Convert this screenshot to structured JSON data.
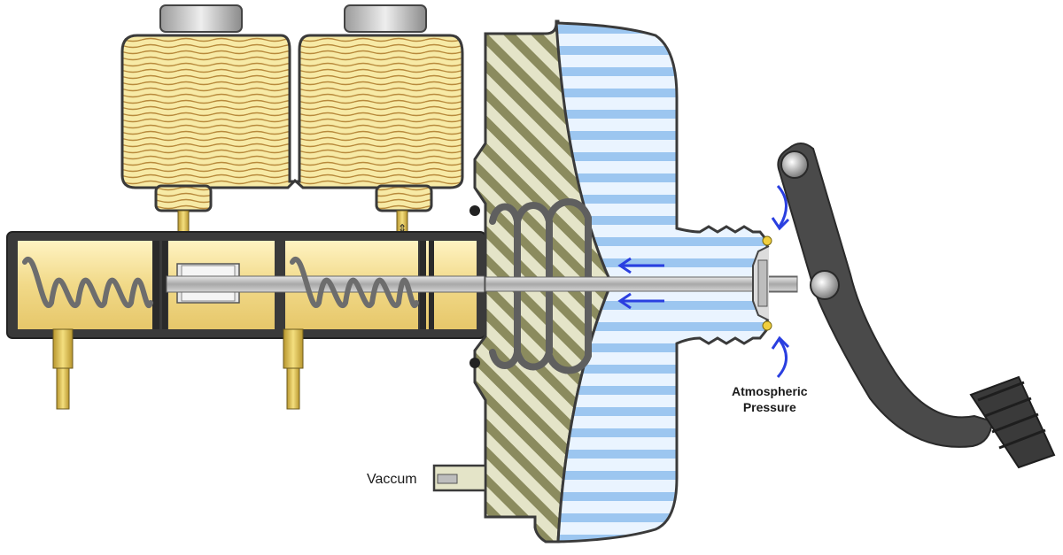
{
  "labels": {
    "vacuum": "Vaccum",
    "atmospheric_line1": "Atmospheric",
    "atmospheric_line2": "Pressure"
  },
  "colors": {
    "body_dark": "#3a3a3a",
    "brass": "#f3dc8e",
    "reservoir": "#f6e7a0",
    "reservoir_wave": "#b98a3a",
    "booster_hatch": "#8a8a5a",
    "vacuum_blue": "#9fc7f0",
    "spring": "#7a7a7a",
    "rod": "#b9b9b9",
    "pedal": "#4a4a4a",
    "arrow": "#2a3fe0"
  },
  "icons": [
    "reservoir-cap-icon",
    "vacuum-fitting-icon",
    "pedal-pivot-icon",
    "airflow-arrow-icon"
  ]
}
